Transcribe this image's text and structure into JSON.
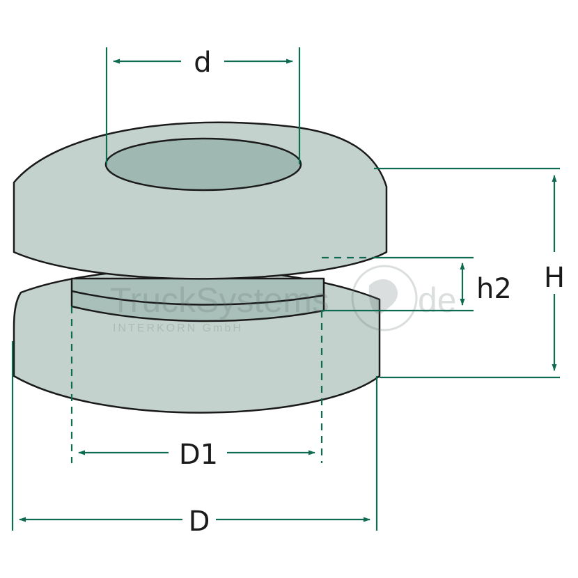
{
  "labels": {
    "d": "d",
    "D1": "D1",
    "D": "D",
    "h2": "h2",
    "H": "H"
  },
  "watermark": {
    "brand": "TruckSystems",
    "tld": "de",
    "subtitle": "INTERKORN GmbH"
  },
  "colors": {
    "dimension": "#0e6b4f",
    "grommet_fill": "#c4d2ce",
    "grommet_hole": "#9fb8b1",
    "outline": "#1a1a1a"
  }
}
